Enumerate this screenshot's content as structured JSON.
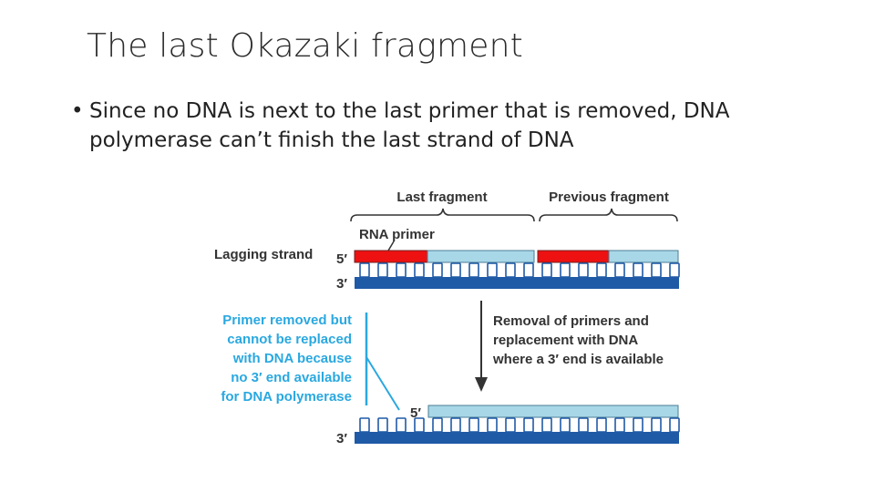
{
  "slide": {
    "title": "The last Okazaki fragment",
    "bullet_marker": "•",
    "bullet_text": "Since no DNA is next to the last primer that is removed, DNA polymerase can’t finish the last strand of DNA"
  },
  "diagram": {
    "labels": {
      "last_fragment": "Last fragment",
      "previous_fragment": "Previous fragment",
      "rna_primer": "RNA primer",
      "lagging_strand": "Lagging strand",
      "five_prime_top": "5′",
      "three_prime_top": "3′",
      "five_prime_bottom": "5′",
      "three_prime_bottom": "3′",
      "removal_line1": "Removal of primers and",
      "removal_line2": "replacement with DNA",
      "removal_line3": "where a 3′ end is available",
      "primer_line1": "Primer removed but",
      "primer_line2": "cannot be replaced",
      "primer_line3": "with DNA because",
      "primer_line4": "no 3′ end available",
      "primer_line5": "for DNA polymerase"
    },
    "colors": {
      "rna_primer": "#ee1111",
      "new_dna": "#a8d8e8",
      "template_strand": "#1f5aa6",
      "annotation_blue": "#2aa8e0",
      "text_dark": "#333333"
    }
  }
}
